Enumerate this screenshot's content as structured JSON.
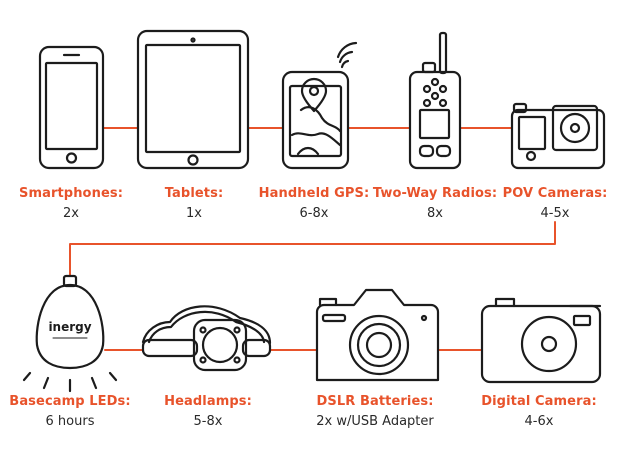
{
  "accent_color": "#e8532b",
  "line_color": "#1c1c1c",
  "logo_text": "inergy",
  "devices": [
    {
      "id": "smartphones",
      "name": "Smartphones:",
      "value": "2x",
      "icon": "smartphone-icon"
    },
    {
      "id": "tablets",
      "name": "Tablets:",
      "value": "1x",
      "icon": "tablet-icon"
    },
    {
      "id": "handheld-gps",
      "name": "Handheld GPS:",
      "value": "6-8x",
      "icon": "gps-icon"
    },
    {
      "id": "two-way-radios",
      "name": "Two-Way Radios:",
      "value": "8x",
      "icon": "radio-icon"
    },
    {
      "id": "pov-cameras",
      "name": "POV Cameras:",
      "value": "4-5x",
      "icon": "action-camera-icon"
    },
    {
      "id": "basecamp-leds",
      "name": "Basecamp LEDs:",
      "value": "6 hours",
      "icon": "basecamp-led-icon"
    },
    {
      "id": "headlamps",
      "name": "Headlamps:",
      "value": "5-8x",
      "icon": "headlamp-icon"
    },
    {
      "id": "dslr-batteries",
      "name": "DSLR Batteries:",
      "value": "2x w/USB Adapter",
      "icon": "dslr-camera-icon"
    },
    {
      "id": "digital-camera",
      "name": "Digital Camera:",
      "value": "4-6x",
      "icon": "digital-camera-icon"
    }
  ]
}
